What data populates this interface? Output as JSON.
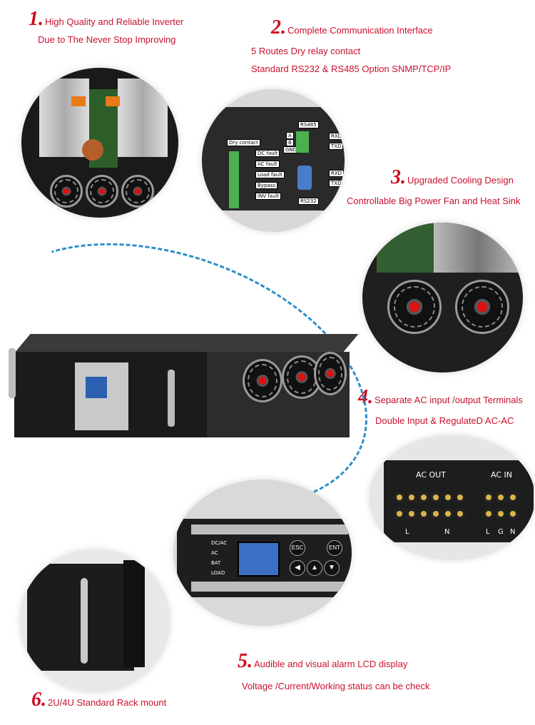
{
  "features": [
    {
      "number": "1.",
      "line1": "High Quality and Reliable  Inverter",
      "line2": "Due to The Never Stop Improving"
    },
    {
      "number": "2.",
      "line1": "Complete Communication Interface",
      "line2": "5 Routes Dry relay contact",
      "line3": "Standard RS232 & RS485  Option SNMP/TCP/IP"
    },
    {
      "number": "3.",
      "line1": "Upgraded Cooling Design",
      "line2": "Controllable Big Power Fan  and Heat  Sink"
    },
    {
      "number": "4.",
      "line1": "Separate AC input /output Terminals",
      "line2": "Double Input & RegulateD AC-AC"
    },
    {
      "number": "5.",
      "line1": "Audible and visual alarm LCD display",
      "line2": "Voltage /Current/Working status can be check"
    },
    {
      "number": "6.",
      "line1": "2U/4U Standard Rack mount"
    }
  ],
  "comm_panel": {
    "dry_contact": "Dry contact",
    "faults": [
      "DC fault",
      "AC fault",
      "Load fault",
      "Bypass",
      "INV fault"
    ],
    "rs485": "RS485",
    "rs485_pins": [
      "A",
      "B",
      "GND"
    ],
    "rxd": "RXD",
    "txd": "TXD",
    "rs232": "RS232"
  },
  "terminals": {
    "ac_out": "AC OUT",
    "ac_in": "AC IN",
    "out_labels": [
      "L",
      "N"
    ],
    "in_labels": [
      "L",
      "G",
      "N"
    ]
  },
  "display_panel": {
    "indicators": [
      "DC/AC",
      "AC",
      "BAT",
      "LOAD"
    ],
    "esc": "ESC",
    "ent": "ENT"
  },
  "colors": {
    "accent": "#c8102e",
    "dashed_arc": "#2a8fc9"
  }
}
